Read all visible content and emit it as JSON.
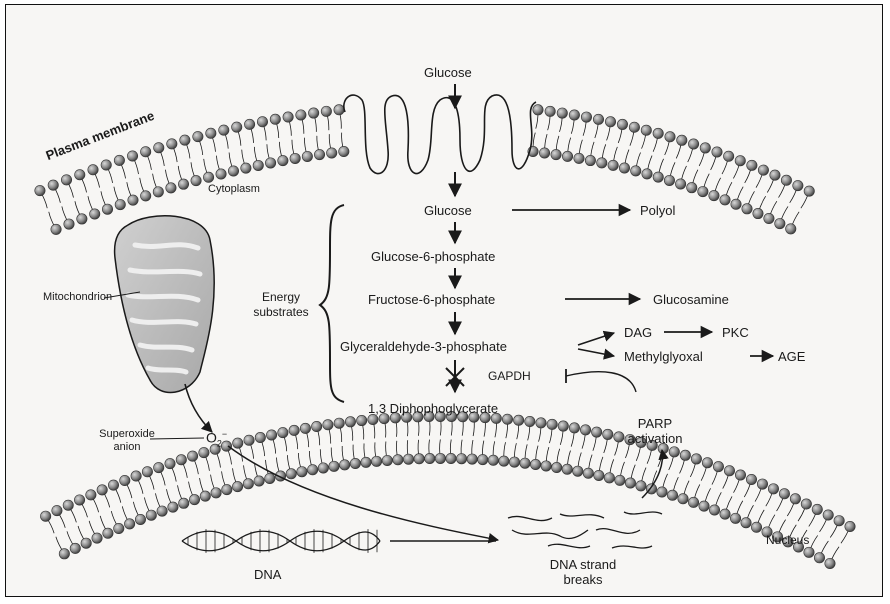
{
  "labels": {
    "glucose_top": "Glucose",
    "plasma_membrane": "Plasma membrane",
    "cytoplasm": "Cytoplasm",
    "glucose": "Glucose",
    "polyol": "Polyol",
    "glucose_6_phosphate": "Glucose-6-phosphate",
    "mitochondrion": "Mitochondrion",
    "energy": "Energy",
    "substrates": "substrates",
    "fructose_6_phosphate": "Fructose-6-phosphate",
    "glucosamine": "Glucosamine",
    "dag": "DAG",
    "pkc": "PKC",
    "glyceraldehyde_3_phosphate": "Glyceraldehyde-3-phosphate",
    "methylglyoxal": "Methylglyoxal",
    "age": "AGE",
    "gapdh": "GAPDH",
    "diphosphoglycerate": "1,3 Diphophoglycerate",
    "parp": "PARP",
    "activation": "activation",
    "superoxide": "Superoxide",
    "anion": "anion",
    "o2_base": "O",
    "o2_sub": "2",
    "o2_sup": "−",
    "nucleus": "Nucleus",
    "dna": "DNA",
    "dna_strand": "DNA strand",
    "breaks": "breaks"
  },
  "colors": {
    "line": "#1a1a1a",
    "lipid_head": "#8a8a8a",
    "mitochondrion_fill": "#bdbdbd",
    "background": "#f7f6f4"
  }
}
